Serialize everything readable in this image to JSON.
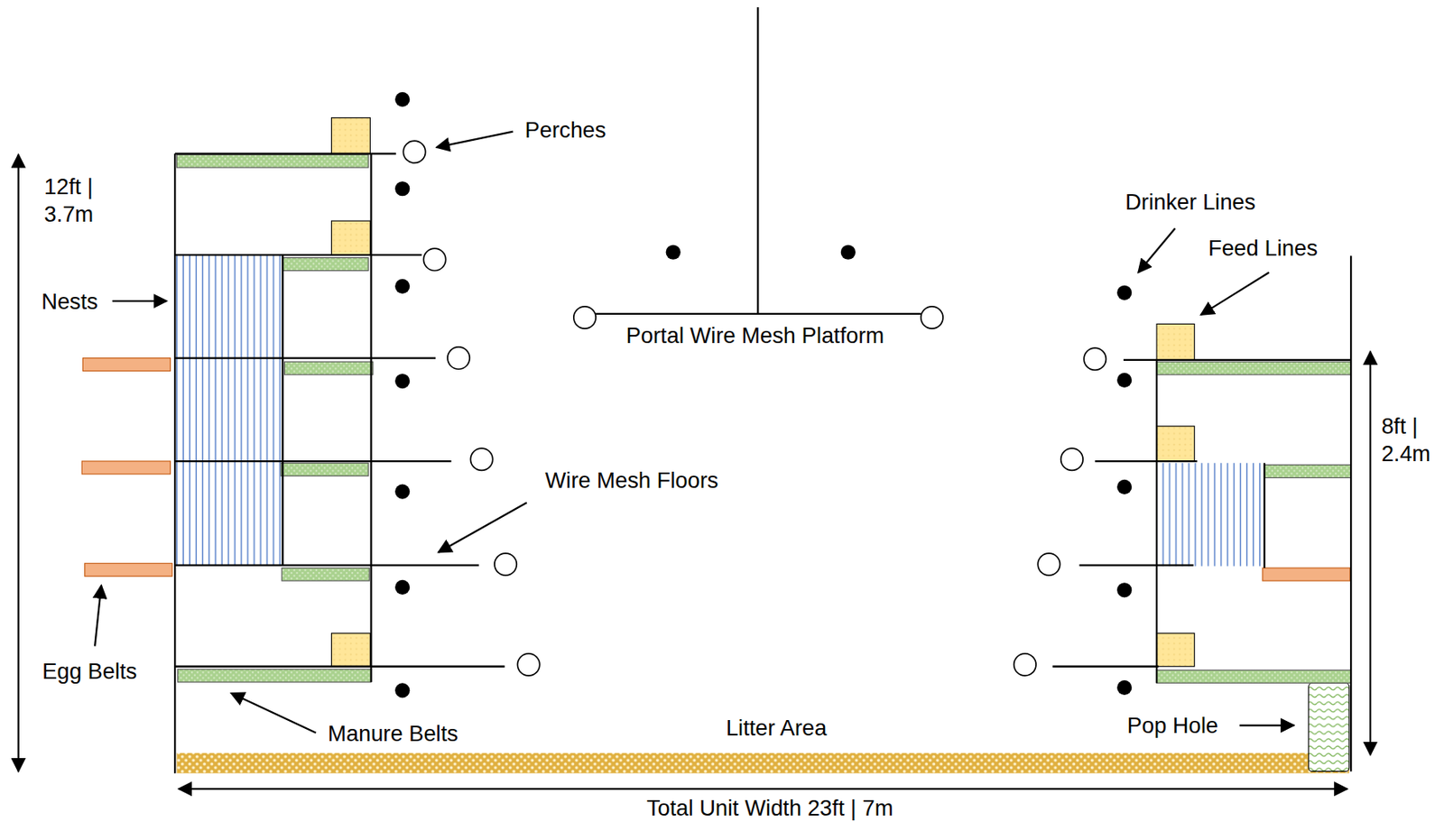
{
  "diagram": {
    "labels": [
      "12ft | 3.7m",
      "Perches",
      "Nests",
      "Drinker Lines",
      "Feed Lines",
      "Portal Wire Mesh Platform",
      "8ft | 2.4m",
      "Wire Mesh Floors",
      "Egg Belts",
      "Manure Belts",
      "Litter Area",
      "Pop Hole",
      "Total Unit Width 23ft | 7m"
    ]
  }
}
